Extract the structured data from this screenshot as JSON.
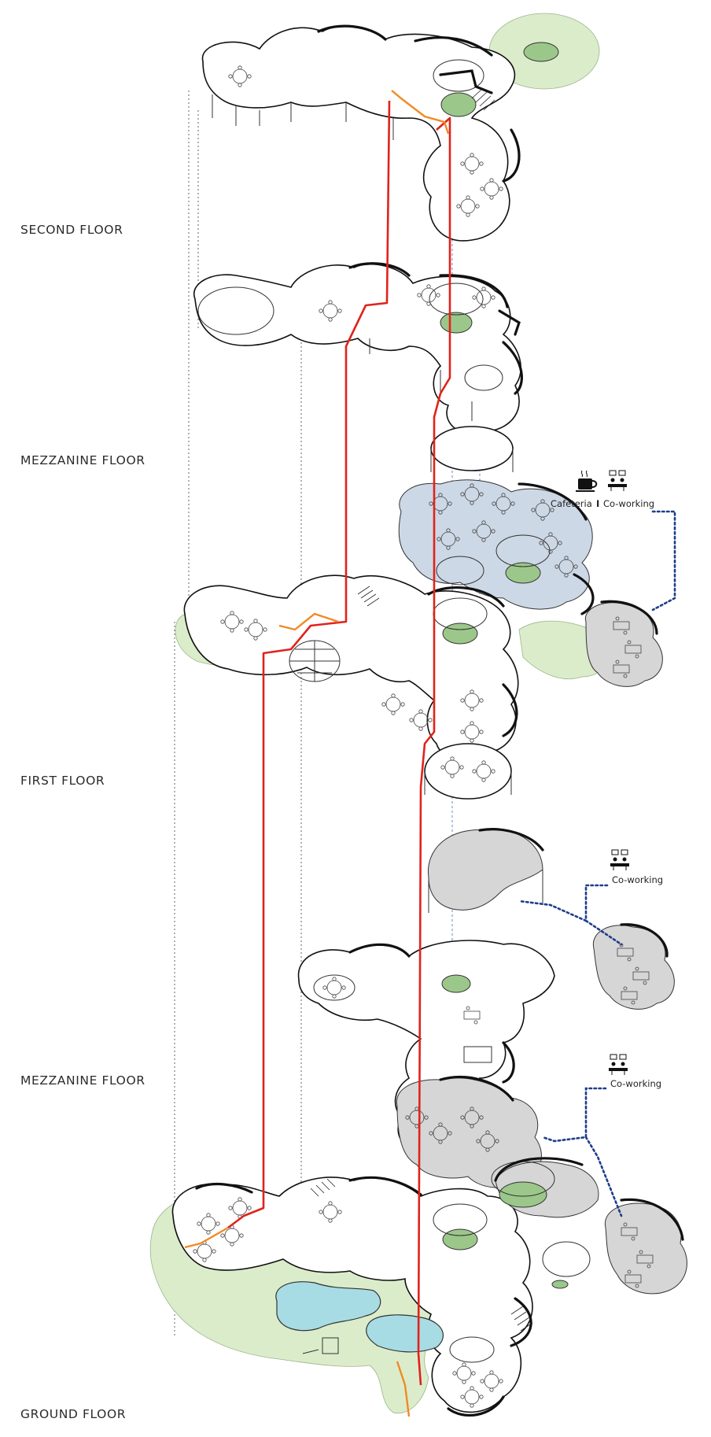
{
  "floor_labels": {
    "second": "SECOND FLOOR",
    "mezzanine_upper": "MEZZANINE FLOOR",
    "first": "FIRST FLOOR",
    "mezzanine_lower": "MEZZANINE FLOOR",
    "ground": "GROUND FLOOR"
  },
  "function_tags": {
    "first_cafeteria": "Cafeteria",
    "first_separator": "I",
    "first_coworking": "Co-working",
    "mezzanine_coworking": "Co-working",
    "ground_coworking": "Co-working"
  },
  "icons": [
    "coffee-cup-icon",
    "coworking-people-icon"
  ],
  "colors": {
    "circulation_path": "#e0231b",
    "ramp_path": "#f08a24",
    "function_link": "#1f3d8a",
    "courtyard_green": "#9cc78a",
    "lawn": "#dbeccb",
    "cafeteria_floor": "#cdd8e6",
    "coworking_floor": "#d6d6d6",
    "pool": "#a8dce4"
  }
}
